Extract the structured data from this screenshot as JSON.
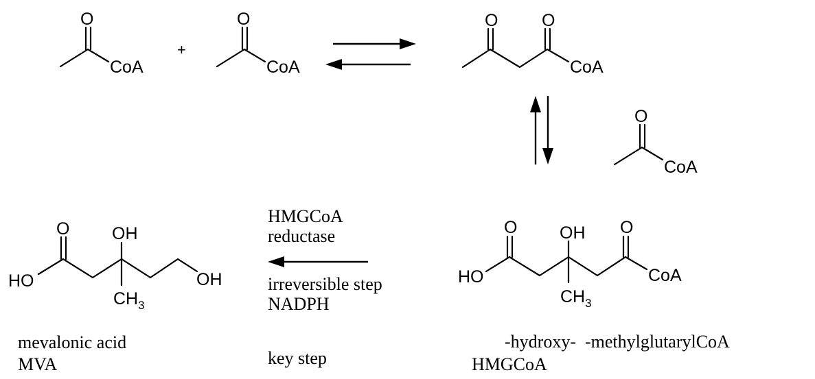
{
  "atoms": {
    "oxygen": "O",
    "coa": "CoA",
    "hydroxyl_right": "OH",
    "hydroxyl_left": "HO",
    "methyl_c": "CH",
    "methyl_sub": "3"
  },
  "plus_sign": "+",
  "reduction_step": {
    "enzyme_line1": "HMGCoA",
    "enzyme_line2": "reductase",
    "note_line1": "irreversible step",
    "note_line2": "NADPH",
    "note_line3": "key step"
  },
  "products": {
    "mva_name": "mevalonic acid",
    "mva_abbrev": "MVA",
    "hmg_name": "-hydroxy-  -methylglutarylCoA",
    "hmg_abbrev": "HMGCoA"
  }
}
